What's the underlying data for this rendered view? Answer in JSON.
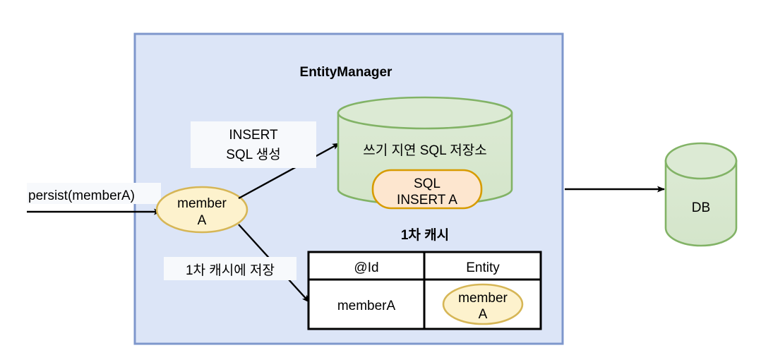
{
  "diagram": {
    "title": "JPA EntityManager persistence context diagram",
    "container": {
      "label": "EntityManager",
      "fill": "#dce5f7",
      "stroke": "#7e97cc"
    },
    "entity_ellipse": {
      "line1": "member",
      "line2": "A",
      "fill": "#fdf2cd",
      "stroke": "#d6b656"
    },
    "persist_call": {
      "label": "persist(memberA)"
    },
    "annotations": [
      {
        "name": "insert-sql-generate",
        "line1": "INSERT",
        "line2": "SQL 생성"
      },
      {
        "name": "save-to-first-level-cache",
        "line1": "1차 캐시에 저장",
        "line2": ""
      }
    ],
    "write_behind_store": {
      "label": "쓰기 지연 SQL 저장소",
      "fill": "#d8e8d0",
      "stroke": "#82b366"
    },
    "sql_badge": {
      "line1": "SQL",
      "line2": "INSERT A",
      "fill": "#fde6cf",
      "stroke": "#d79b00"
    },
    "first_level_cache": {
      "title": "1차 캐시",
      "columns": [
        "@Id",
        "Entity"
      ],
      "rows": [
        {
          "id": "memberA",
          "entity_line1": "member",
          "entity_line2": "A"
        }
      ],
      "border": "#000000",
      "fill": "#ffffff"
    },
    "database": {
      "label": "DB",
      "fill": "#d8e8d0",
      "stroke": "#82b366"
    }
  }
}
